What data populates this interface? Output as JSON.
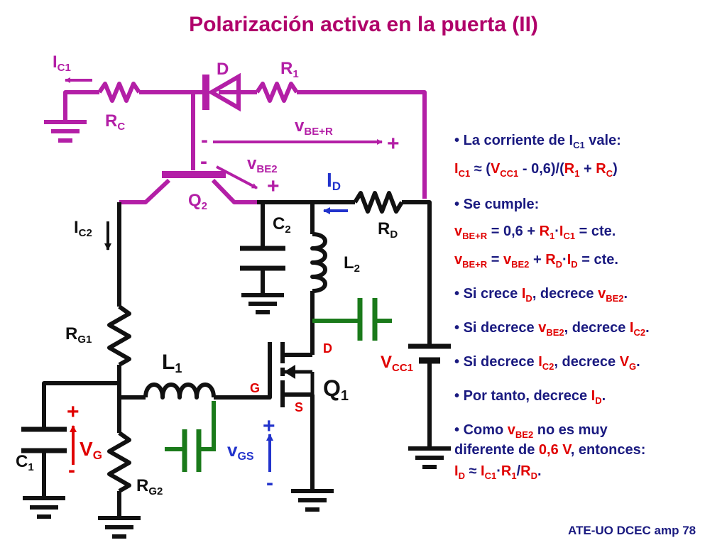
{
  "title": "Polarización activa en la puerta (II)",
  "colors": {
    "magenta": "#b31fa6",
    "black": "#111111",
    "blue": "#2233cc",
    "green": "#1a7a1a",
    "red": "#e00000",
    "navy": "#1a1a80",
    "title": "#b0006a"
  },
  "circuit": {
    "ic1": {
      "main": "I",
      "sub": "C1"
    },
    "d": "D",
    "r1": {
      "main": "R",
      "sub": "1"
    },
    "rc": {
      "main": "R",
      "sub": "C"
    },
    "vber": {
      "main": "v",
      "sub": "BE+R"
    },
    "vber_minus": "-",
    "vber_plus": "+",
    "vbe2": {
      "main": "v",
      "sub": "BE2"
    },
    "vbe2_minus": "-",
    "vbe2_plus": "+",
    "q2": {
      "main": "Q",
      "sub": "2"
    },
    "id": {
      "main": "I",
      "sub": "D"
    },
    "rd": {
      "main": "R",
      "sub": "D"
    },
    "ic2": {
      "main": "I",
      "sub": "C2"
    },
    "c2": {
      "main": "C",
      "sub": "2"
    },
    "l2": {
      "main": "L",
      "sub": "2"
    },
    "rg1": {
      "main": "R",
      "sub": "G1"
    },
    "l1": {
      "main": "L",
      "sub": "1"
    },
    "d_pin": "D",
    "g_pin": "G",
    "s_pin": "S",
    "q1": {
      "main": "Q",
      "sub": "1"
    },
    "vcc1": {
      "main": "V",
      "sub": "CC1"
    },
    "vg": {
      "main": "V",
      "sub": "G"
    },
    "vg_plus": "+",
    "vg_minus": "-",
    "c1": {
      "main": "C",
      "sub": "1"
    },
    "vgs": {
      "main": "v",
      "sub": "GS"
    },
    "vgs_plus": "+",
    "vgs_minus": "-",
    "rg2": {
      "main": "R",
      "sub": "G2"
    }
  },
  "notes": [
    {
      "bullet": "•",
      "t1": " La corriente de ",
      "t2": "I",
      "t3": "C1",
      "t4": " vale:"
    },
    {
      "a": "I",
      "b": "C1",
      "c": " ≈ (",
      "d": "V",
      "e": "CC1",
      "f": " - 0,6)/(",
      "g": "R",
      "h": "1",
      "i": " + ",
      "j": "R",
      "k": "C",
      "l": ")"
    },
    {
      "bullet": "•",
      "t1": " Se cumple:"
    },
    {
      "a": "v",
      "b": "BE+R",
      "c": " = 0,6 + ",
      "d": "R",
      "e": "1",
      "f": "·",
      "g": "I",
      "h": "C1",
      "i": " = cte."
    },
    {
      "a": "v",
      "b": "BE+R",
      "c": " = ",
      "d": "v",
      "e": "BE2",
      "f": " + ",
      "g": "R",
      "h": "D",
      "i": "·",
      "j": "I",
      "k": "D",
      "l": " = cte."
    },
    {
      "bullet": "•",
      "t1": " Si crece ",
      "t2": "I",
      "t3": "D",
      "t4": ", decrece ",
      "t5": "v",
      "t6": "BE2",
      "t7": "."
    },
    {
      "bullet": "•",
      "t1": " Si decrece ",
      "t2": "v",
      "t3": "BE2",
      "t4": ", decrece ",
      "t5": "I",
      "t6": "C2",
      "t7": "."
    },
    {
      "bullet": "•",
      "t1": " Si decrece ",
      "t2": "I",
      "t3": "C2",
      "t4": ", decrece ",
      "t5": "V",
      "t6": "G",
      "t7": "."
    },
    {
      "bullet": "•",
      "t1": " Por tanto, decrece ",
      "t2": "I",
      "t3": "D",
      "t4": "."
    },
    {
      "bullet": "•",
      "t1": " Como ",
      "t2": "v",
      "t3": "BE2",
      "t4": "  no es muy"
    },
    {
      "t1": "diferente de ",
      "t2": "0,6 V",
      "t3": ", entonces:"
    },
    {
      "a": "I",
      "b": "D",
      "c": " ≈ ",
      "d": "I",
      "e": "C1",
      "f": "·",
      "g": "R",
      "h": "1",
      "i": "/",
      "j": "R",
      "k": "D",
      "l": "."
    }
  ],
  "footer": "ATE-UO DCEC amp 78"
}
